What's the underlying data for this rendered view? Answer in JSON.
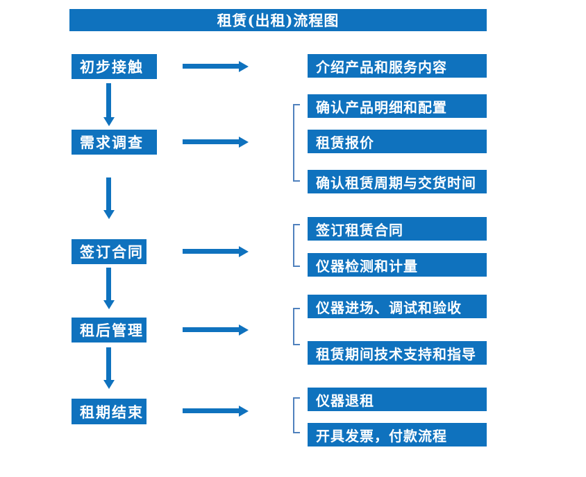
{
  "title": "租赁(出租)流程图",
  "colors": {
    "primary_blue": "#0f72be",
    "bracket_blue": "#4f81bd",
    "text_on_blue": "#ffffff",
    "background": "#ffffff"
  },
  "steps": [
    {
      "label": "初步接触",
      "details": [
        "介绍产品和服务内容"
      ]
    },
    {
      "label": "需求调查",
      "details": [
        "确认产品明细和配置",
        "租赁报价",
        "确认租赁周期与交货时间"
      ]
    },
    {
      "label": "签订合同",
      "details": [
        "签订租赁合同",
        "仪器检测和计量"
      ]
    },
    {
      "label": "租后管理",
      "details": [
        "仪器进场、调试和验收",
        "租赁期间技术支持和指导"
      ]
    },
    {
      "label": "租期结束",
      "details": [
        "仪器退租",
        "开具发票，付款流程"
      ]
    }
  ]
}
